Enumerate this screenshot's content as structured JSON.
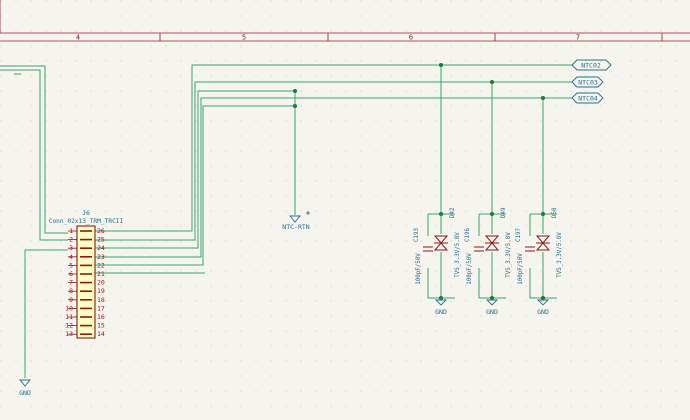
{
  "frame": {
    "columns": [
      "4",
      "5",
      "6",
      "7"
    ]
  },
  "connector": {
    "ref": "J6",
    "value": "Conn_02x13_TRM_TRCII",
    "left_pins": [
      "1",
      "2",
      "3",
      "4",
      "5",
      "6",
      "7",
      "8",
      "9",
      "10",
      "11",
      "12",
      "13"
    ],
    "right_pins": [
      "26",
      "25",
      "24",
      "23",
      "22",
      "21",
      "20",
      "19",
      "18",
      "17",
      "16",
      "15",
      "14"
    ]
  },
  "power": {
    "ntc_rtn": "NTC-RTN",
    "gnd_left": "GND",
    "gnd_1": "GND",
    "gnd_2": "GND",
    "gnd_3": "GND"
  },
  "labels": {
    "ntc02": "NTC02",
    "ntc03": "NTC03",
    "ntc04": "NTC04"
  },
  "parts": {
    "d1_ref": "D42",
    "d1_val": "TVS_3.3V/5.8V",
    "c1_ref": "C193",
    "c1_val": "100pF/50V",
    "d2_ref": "D49",
    "d2_val": "TVS_3.3V/5.8V",
    "c2_ref": "C196",
    "c2_val": "100pF/50V",
    "d3_ref": "D50",
    "d3_val": "TVS_3.3V/5.8V",
    "c3_ref": "C197",
    "c3_val": "100pF/50V"
  },
  "colors": {
    "background": "#f5f4ef",
    "wire": "#3aa56b",
    "frame": "#8c1f2a",
    "symbol_body": "#8a1818",
    "symbol_fill": "#ffffc2",
    "pin_text": "#a11a1a",
    "label_blue": "#2a6f8a",
    "junction": "#1a7a3a"
  }
}
